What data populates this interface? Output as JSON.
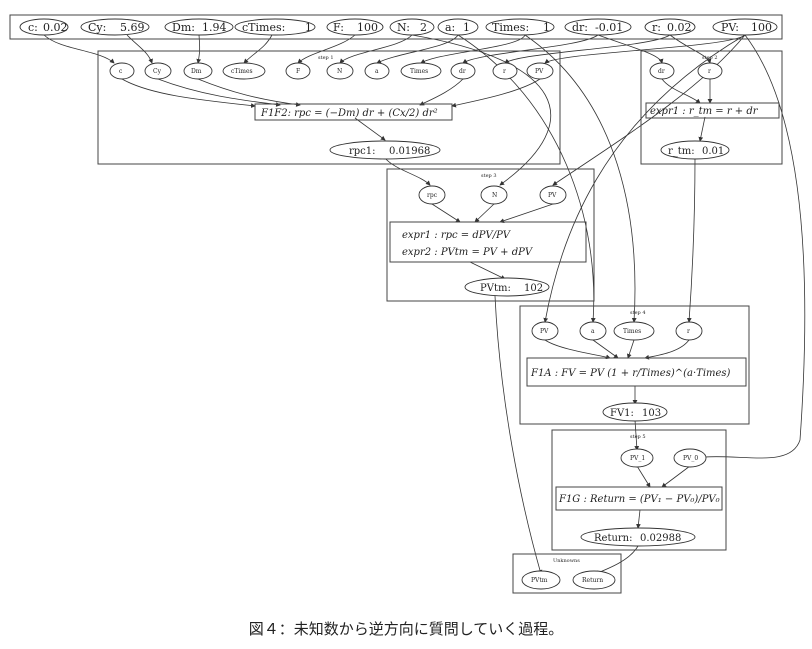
{
  "inputs": [
    {
      "id": "c",
      "label": "c:",
      "value": "0.02"
    },
    {
      "id": "cy",
      "label": "Cy:",
      "value": "5.69"
    },
    {
      "id": "dm",
      "label": "Dm:",
      "value": "1.94"
    },
    {
      "id": "ctimes",
      "label": "cTimes:",
      "value": "1"
    },
    {
      "id": "f",
      "label": "F:",
      "value": "100"
    },
    {
      "id": "n",
      "label": "N:",
      "value": "2"
    },
    {
      "id": "a",
      "label": "a:",
      "value": "1"
    },
    {
      "id": "ttimes",
      "label": "Times:",
      "value": "1"
    },
    {
      "id": "dr",
      "label": "dr:",
      "value": "-0.01"
    },
    {
      "id": "r",
      "label": "r:",
      "value": "0.02"
    },
    {
      "id": "pv",
      "label": "PV:",
      "value": "100"
    }
  ],
  "steps": {
    "s1": {
      "title": "step 1",
      "nodes": [
        "c",
        "Cy",
        "Dm",
        "cTimes",
        "F",
        "N",
        "a",
        "Times",
        "dr",
        "r",
        "PV"
      ],
      "equation": "F1F2:   rpc = (−Dm) dr + (Cx/2) dr²",
      "output": {
        "label": "rpc1:",
        "value": "0.01968"
      }
    },
    "s2": {
      "title": "step 2",
      "nodes": [
        "dr",
        "r"
      ],
      "equation": "expr1 :   r_tm = r + dr",
      "output": {
        "label": "r_tm:",
        "value": "0.01"
      }
    },
    "s3": {
      "title": "step 3",
      "nodes": [
        "rpc",
        "N",
        "PV"
      ],
      "equation1": "expr1 :   rpc = dPV/PV",
      "equation2": "expr2 :   PVtm = PV + dPV",
      "output": {
        "label": "PVtm:",
        "value": "102"
      }
    },
    "s4": {
      "title": "step 4",
      "nodes": [
        "PV",
        "a",
        "Times",
        "r"
      ],
      "equation": "F1A :   FV = PV (1 + r/Times)^(a·Times)",
      "output": {
        "label": "FV1:",
        "value": "103"
      }
    },
    "s5": {
      "title": "step 5",
      "nodes": [
        "PV_1",
        "PV_0"
      ],
      "equation": "F1G :   Return = (PV₁ − PV₀)/PV₀",
      "output": {
        "label": "Return:",
        "value": "0.02988"
      }
    },
    "unknowns": {
      "title": "Unknowns",
      "nodes": [
        "PVtm",
        "Return"
      ]
    }
  },
  "caption": "図４：未知数から逆方向に質問していく過程。"
}
